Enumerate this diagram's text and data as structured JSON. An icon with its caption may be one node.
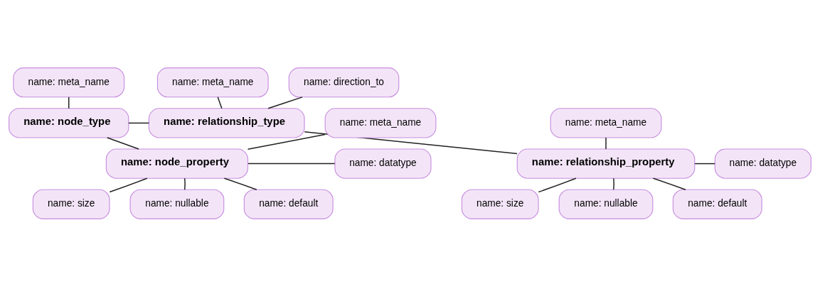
{
  "diagram": {
    "nodes": [
      {
        "text": [
          "name: meta_name"
        ]
      },
      {
        "text": [
          "name: node_type"
        ]
      },
      {
        "text": [
          "name: meta_name"
        ]
      },
      {
        "text": [
          "name: direction_to"
        ]
      },
      {
        "text": [
          "name: relationship_type"
        ]
      },
      {
        "text": [
          "name: meta_name"
        ]
      },
      {
        "text": [
          "name: meta_name"
        ]
      },
      {
        "text": [
          "name: datatype"
        ]
      },
      {
        "text": [
          "name: node_property"
        ]
      },
      {
        "text": [
          "name: datatype"
        ]
      },
      {
        "text": [
          "name: relationship_property"
        ]
      },
      {
        "text": [
          "name: size"
        ]
      },
      {
        "text": [
          "name: size"
        ]
      },
      {
        "text": [
          "name: nullable"
        ]
      },
      {
        "text": [
          "name: default"
        ]
      },
      {
        "text": [
          "name: nullable"
        ]
      },
      {
        "text": [
          "name: default"
        ]
      }
    ],
    "edges": [
      {
        "from": 0,
        "to": 1,
        "arrow": "none"
      },
      {
        "from": 1,
        "to": 4,
        "arrow": "none"
      },
      {
        "from": 2,
        "to": 4,
        "arrow": "none"
      },
      {
        "from": 3,
        "to": 4,
        "arrow": "none"
      },
      {
        "from": 1,
        "to": 8,
        "arrow": "none"
      },
      {
        "from": 5,
        "to": 8,
        "arrow": "none"
      },
      {
        "from": 7,
        "to": 8,
        "arrow": "none"
      },
      {
        "from": 11,
        "to": 8,
        "arrow": "none"
      },
      {
        "from": 13,
        "to": 8,
        "arrow": "none"
      },
      {
        "from": 14,
        "to": 8,
        "arrow": "none"
      },
      {
        "from": 4,
        "to": 10,
        "arrow": "none"
      },
      {
        "from": 6,
        "to": 10,
        "arrow": "none"
      },
      {
        "from": 9,
        "to": 10,
        "arrow": "none"
      },
      {
        "from": 12,
        "to": 10,
        "arrow": "none"
      },
      {
        "from": 15,
        "to": 10,
        "arrow": "none"
      },
      {
        "from": 16,
        "to": 10,
        "arrow": "none"
      }
    ]
  }
}
